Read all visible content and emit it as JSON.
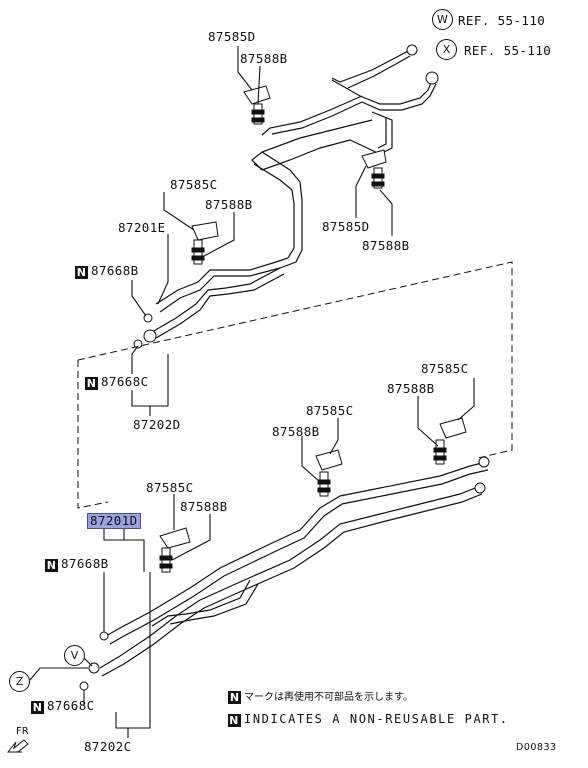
{
  "callouts": {
    "w": "W",
    "x": "X",
    "v": "V",
    "z": "Z"
  },
  "refs": {
    "w": "REF. 55-110",
    "x": "REF. 55-110"
  },
  "parts": {
    "p87585d_top": "87585D",
    "p87588b_top": "87588B",
    "p87585c_a": "87585C",
    "p87588b_a": "87588B",
    "p87201e": "87201E",
    "p87668b_a": "87668B",
    "p87585d_mid": "87585D",
    "p87588b_mid": "87588B",
    "p87668c_a": "87668C",
    "p87202d": "87202D",
    "p87585c_r": "87585C",
    "p87588b_r": "87588B",
    "p87585c_m": "87585C",
    "p87588b_m": "87588B",
    "p87585c_l": "87585C",
    "p87588b_l": "87588B",
    "p87201d": "87201D",
    "p87668b_b": "87668B",
    "p87668c_b": "87668C",
    "p87202c": "87202C"
  },
  "n_mark": "N",
  "legend": {
    "jp": "マークは再使用不可部品を示します。",
    "en": "INDICATES A NON-REUSABLE PART."
  },
  "direction": "FR",
  "diagram_code": "D00833",
  "colors": {
    "highlight": "#9aa2e2",
    "line": "#111111"
  }
}
